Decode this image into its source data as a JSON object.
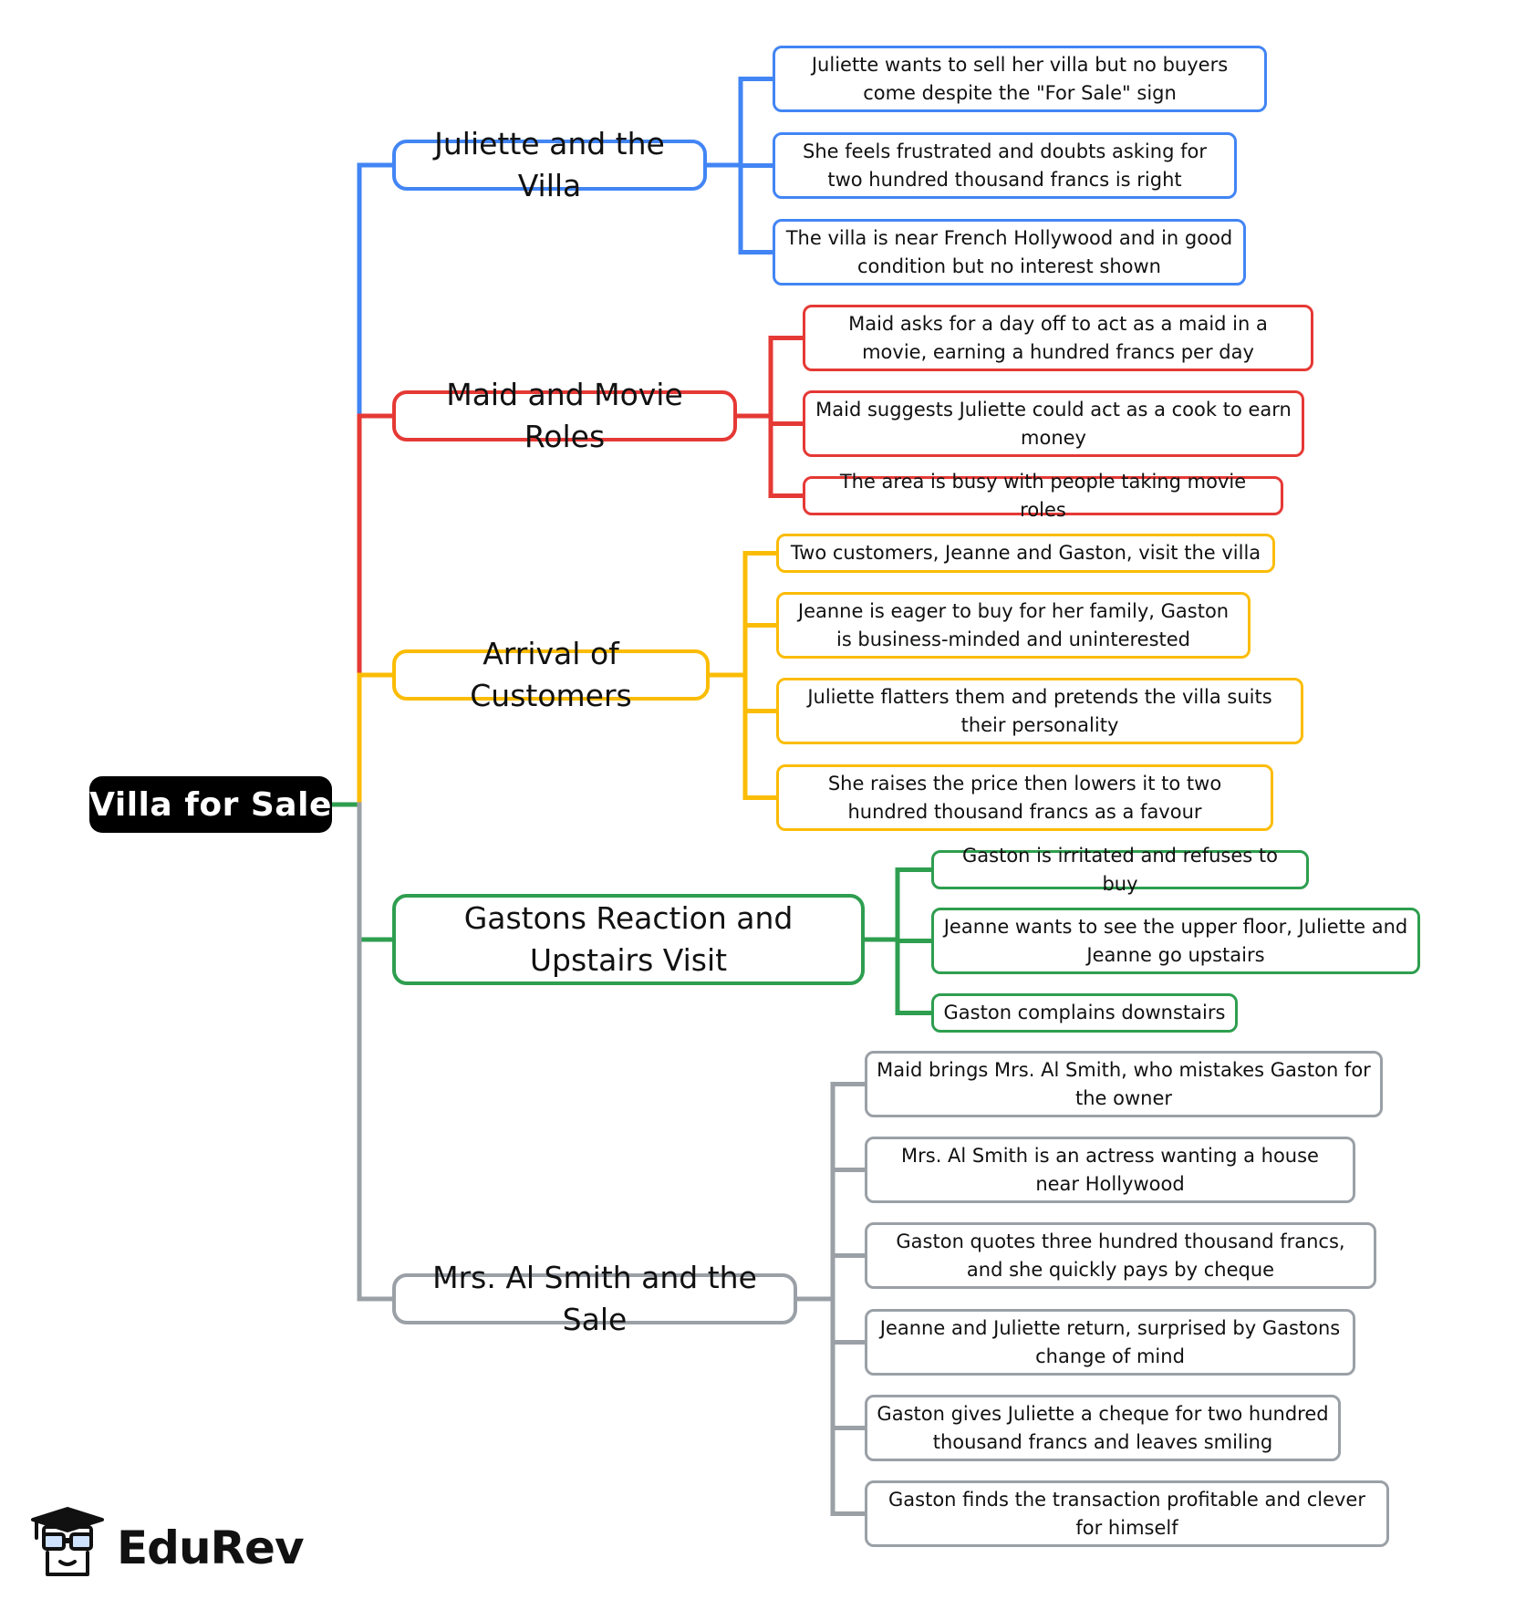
{
  "root": {
    "label": "Villa for Sale"
  },
  "colors": {
    "blue": "#4285F4",
    "red": "#E53935",
    "yellow": "#FBBC05",
    "green": "#2E9E4F",
    "gray": "#9AA0A6"
  },
  "branches": [
    {
      "label": "Juliette and the Villa",
      "color": "#4285F4",
      "leaves": [
        "Juliette wants to sell her villa but no buyers come despite the \"For Sale\" sign",
        "She feels frustrated and doubts asking for two hundred thousand francs is right",
        "The villa is near French Hollywood and in good condition but no interest shown"
      ]
    },
    {
      "label": "Maid and Movie Roles",
      "color": "#E53935",
      "leaves": [
        "Maid asks for a day off to act as a maid in a movie, earning a hundred francs per day",
        "Maid suggests Juliette could act as a cook to earn money",
        "The area is busy with people taking movie roles"
      ]
    },
    {
      "label": "Arrival of Customers",
      "color": "#FBBC05",
      "leaves": [
        "Two customers, Jeanne and Gaston, visit the villa",
        "Jeanne is eager to buy for her family, Gaston is business-minded and uninterested",
        "Juliette flatters them and pretends the villa suits their personality",
        "She raises the price then lowers it to two hundred thousand francs as a favour"
      ]
    },
    {
      "label": "Gastons Reaction and Upstairs Visit",
      "color": "#2E9E4F",
      "leaves": [
        "Gaston is irritated and refuses to buy",
        "Jeanne wants to see the upper floor, Juliette and Jeanne go upstairs",
        "Gaston complains downstairs"
      ]
    },
    {
      "label": "Mrs. Al Smith and the Sale",
      "color": "#9AA0A6",
      "leaves": [
        "Maid brings Mrs. Al Smith, who mistakes Gaston for the owner",
        "Mrs. Al Smith is an actress wanting a house near Hollywood",
        "Gaston quotes three hundred thousand francs, and she quickly pays by cheque",
        "Jeanne and Juliette return, surprised by Gastons change of mind",
        "Gaston gives Juliette a cheque for two hundred thousand francs and leaves smiling",
        "Gaston finds the transaction profitable and clever for himself"
      ]
    }
  ],
  "logo": {
    "text": "EduRev"
  }
}
